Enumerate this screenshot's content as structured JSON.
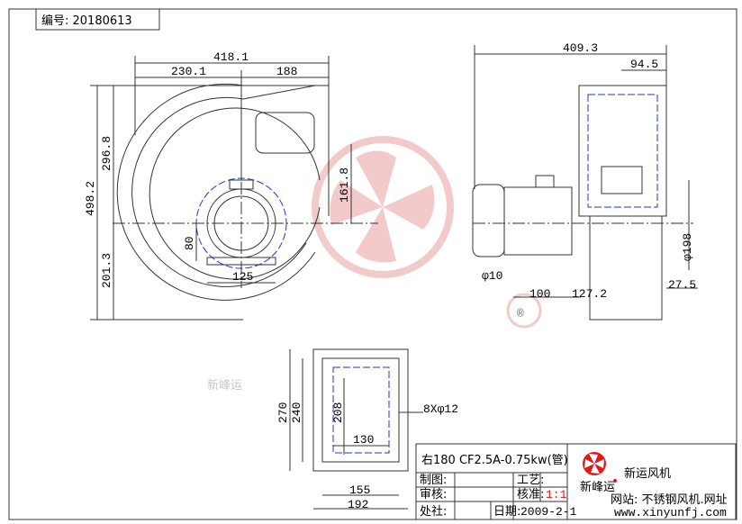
{
  "header": {
    "drawing_no": "编号: 20180613"
  },
  "front_view": {
    "dims": [
      "418.1",
      "230.1",
      "188",
      "498.2",
      "296.8",
      "201.3",
      "161.8",
      "80",
      "125"
    ]
  },
  "side_view": {
    "dims": [
      "409.3",
      "94.5",
      "φ198",
      "27.5",
      "φ10",
      "100",
      "127.2"
    ]
  },
  "flange_view": {
    "dims": [
      "270",
      "240",
      "208",
      "130",
      "155",
      "192",
      "8Xφ12"
    ]
  },
  "watermark": {
    "brand": "新峰运",
    "registered": "®"
  },
  "title_block": {
    "model": "右180 CF2.5A-0.75kw(管)",
    "labels": {
      "drawn": "制图:",
      "review": "审核:",
      "std": "处社:",
      "craft": "工艺:",
      "approve": "核准:",
      "date_label": "日期:"
    },
    "scale": "1:1",
    "date": "2009-2-1",
    "company": "新运风机",
    "logo_text": "新峰运",
    "website_label": "网站: 不锈钢风机.网址",
    "website": "www.xinyunfj.com",
    "colors": {
      "accent": "#e01818",
      "watermark": "#e8a0a0"
    }
  }
}
